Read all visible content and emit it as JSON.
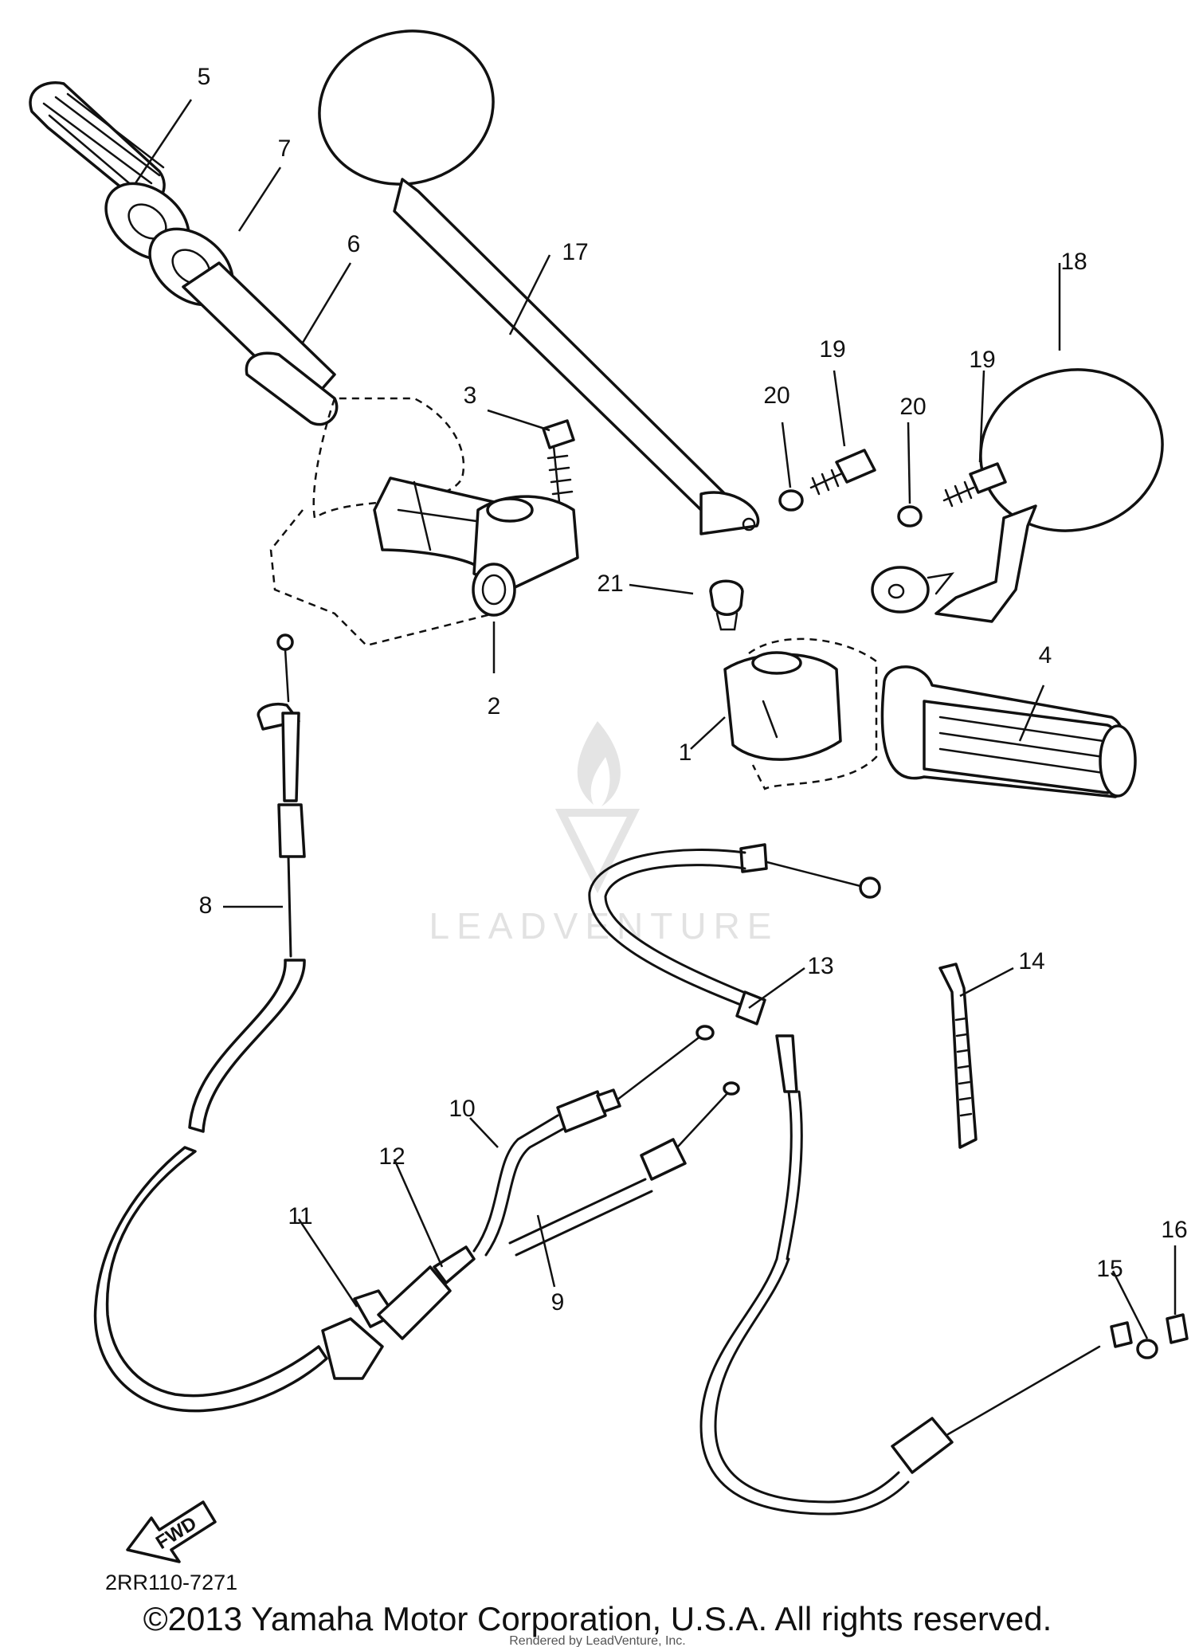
{
  "callouts": [
    "1",
    "2",
    "3",
    "4",
    "5",
    "6",
    "7",
    "8",
    "9",
    "10",
    "11",
    "12",
    "13",
    "14",
    "15",
    "16",
    "17",
    "18",
    "19",
    "19",
    "20",
    "20",
    "21"
  ],
  "diagram_code": "2RR110-7271",
  "fwd_label": "FWD",
  "watermark": "LEADVENTURE",
  "copyright": "©2013 Yamaha Motor Corporation, U.S.A. All rights reserved.",
  "rendered_by": "Rendered by LeadVenture, Inc."
}
